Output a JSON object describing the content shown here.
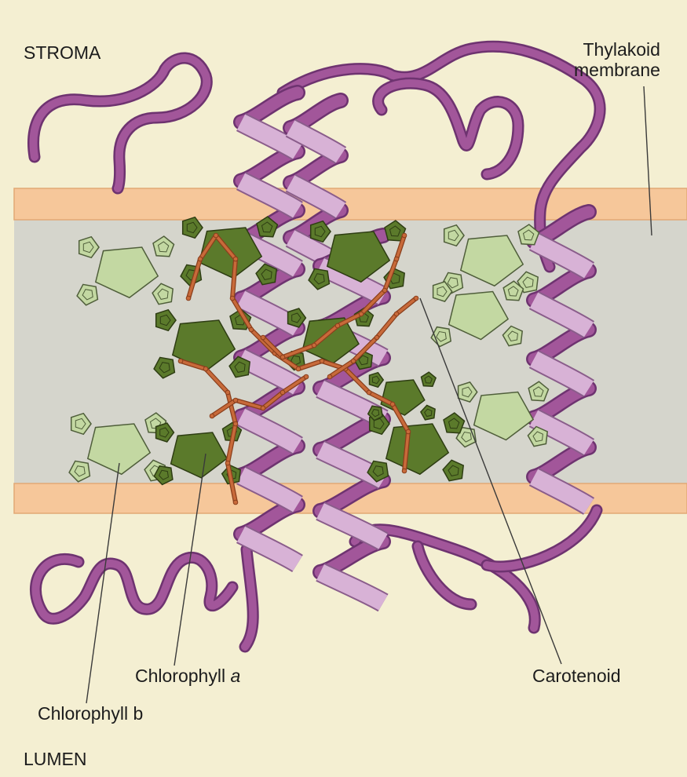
{
  "labels": {
    "stroma": "STROMA",
    "lumen": "LUMEN",
    "thylakoid_line1": "Thylakoid",
    "thylakoid_line2": "membrane",
    "chl_a_text": "Chlorophyll ",
    "chl_a_italic": "a",
    "chl_b": "Chlorophyll b",
    "carotenoid": "Carotenoid"
  },
  "colors": {
    "background": "#f4efd2",
    "membrane_core": "#d5d5cc",
    "membrane_band": "#f6c79a",
    "protein_dark": "#a2569a",
    "protein_light": "#d8b2d6",
    "chlorophyll_a": "#5b7a2b",
    "chlorophyll_b": "#c3d8a2",
    "carotenoid": "#c86a3a"
  }
}
